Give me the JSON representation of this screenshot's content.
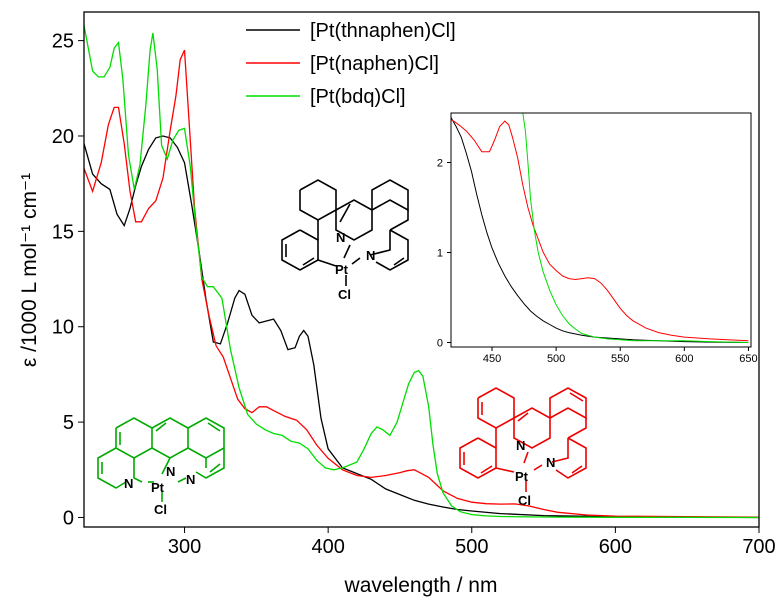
{
  "chart_data": [
    {
      "type": "line",
      "xlabel": "wavelength / nm",
      "ylabel": "ε /1000 L mol⁻¹ cm⁻¹",
      "xlim": [
        230,
        700
      ],
      "ylim": [
        -0.5,
        26.5
      ],
      "xticks": [
        300,
        400,
        500,
        600,
        700
      ],
      "yticks": [
        0,
        5,
        10,
        15,
        20,
        25
      ],
      "legend_position": "top-center",
      "series": [
        {
          "name": "[Pt(thnaphen)Cl]",
          "color": "#000000",
          "x": [
            230,
            236,
            242,
            248,
            253,
            258,
            262,
            266,
            270,
            275,
            280,
            285,
            290,
            295,
            300,
            305,
            310,
            315,
            320,
            325,
            330,
            335,
            338,
            342,
            347,
            352,
            357,
            362,
            367,
            372,
            377,
            380,
            383,
            386,
            390,
            395,
            400,
            410,
            420,
            430,
            440,
            450,
            460,
            470,
            480,
            490,
            500,
            520,
            550,
            600,
            650,
            700
          ],
          "values": [
            19.6,
            18.0,
            17.5,
            17.2,
            15.9,
            15.3,
            16.2,
            17.4,
            18.4,
            19.3,
            19.9,
            20.0,
            19.9,
            19.4,
            18.6,
            16.4,
            14.0,
            11.4,
            9.2,
            9.1,
            10.2,
            11.5,
            11.9,
            11.7,
            10.6,
            10.2,
            10.3,
            10.4,
            9.8,
            8.8,
            8.9,
            9.5,
            9.8,
            9.5,
            8.0,
            5.2,
            3.6,
            2.6,
            2.3,
            2.0,
            1.5,
            1.2,
            0.9,
            0.7,
            0.55,
            0.42,
            0.34,
            0.2,
            0.1,
            0.04,
            0.02,
            0.0
          ]
        },
        {
          "name": "[Pt(naphen)Cl]",
          "color": "#ff0000",
          "x": [
            230,
            236,
            242,
            247,
            251,
            254,
            258,
            262,
            266,
            270,
            275,
            280,
            285,
            290,
            294,
            297,
            300,
            303,
            307,
            312,
            317,
            322,
            327,
            332,
            337,
            342,
            347,
            352,
            357,
            362,
            370,
            378,
            385,
            392,
            400,
            410,
            420,
            430,
            440,
            450,
            455,
            460,
            465,
            470,
            475,
            480,
            490,
            500,
            510,
            520,
            530,
            540,
            550,
            560,
            580,
            600,
            650,
            700
          ],
          "values": [
            18.3,
            17.1,
            18.6,
            20.6,
            21.5,
            21.5,
            19.6,
            17.1,
            15.5,
            15.5,
            16.2,
            16.6,
            17.8,
            20.3,
            22.1,
            24.0,
            24.5,
            21.0,
            16.2,
            12.5,
            10.6,
            9.0,
            8.4,
            7.3,
            6.2,
            5.7,
            5.5,
            5.8,
            5.8,
            5.6,
            5.3,
            5.1,
            4.6,
            3.8,
            3.1,
            2.5,
            2.2,
            2.1,
            2.2,
            2.35,
            2.45,
            2.5,
            2.3,
            2.1,
            1.75,
            1.4,
            1.0,
            0.8,
            0.72,
            0.7,
            0.71,
            0.6,
            0.42,
            0.27,
            0.13,
            0.07,
            0.04,
            0.02
          ]
        },
        {
          "name": "[Pt(bdq)Cl]",
          "color": "#00dd00",
          "x": [
            230,
            233,
            236,
            240,
            244,
            248,
            251,
            254,
            257,
            261,
            265,
            269,
            273,
            276,
            278,
            281,
            284,
            288,
            292,
            296,
            300,
            304,
            308,
            312,
            316,
            320,
            326,
            332,
            338,
            344,
            350,
            356,
            362,
            368,
            374,
            380,
            386,
            392,
            398,
            404,
            410,
            420,
            425,
            430,
            434,
            438,
            443,
            448,
            452,
            456,
            460,
            463,
            466,
            470,
            473,
            476,
            480,
            486,
            492,
            500,
            510,
            520,
            540,
            560,
            600,
            650,
            700
          ],
          "values": [
            25.8,
            24.6,
            23.4,
            23.1,
            23.1,
            23.6,
            24.6,
            24.9,
            23.0,
            19.0,
            17.2,
            18.5,
            21.6,
            24.5,
            25.4,
            23.5,
            19.5,
            18.8,
            19.8,
            20.3,
            20.4,
            18.4,
            15.2,
            12.6,
            12.1,
            12.1,
            11.5,
            8.8,
            6.8,
            5.4,
            4.9,
            4.6,
            4.4,
            4.3,
            4.0,
            3.9,
            3.6,
            3.0,
            2.6,
            2.5,
            2.6,
            2.9,
            3.6,
            4.4,
            4.75,
            4.6,
            4.3,
            5.0,
            6.0,
            7.0,
            7.6,
            7.7,
            7.4,
            5.8,
            3.8,
            2.3,
            1.3,
            0.6,
            0.3,
            0.15,
            0.08,
            0.05,
            0.03,
            0.02,
            0.01,
            0.01,
            0.0
          ]
        }
      ]
    },
    {
      "type": "line",
      "xlim": [
        418,
        652
      ],
      "ylim": [
        -0.05,
        2.55
      ],
      "xticks": [
        450,
        500,
        550,
        600,
        650
      ],
      "yticks": [
        0,
        1,
        2
      ],
      "series": [
        {
          "color": "#000000",
          "x": [
            418,
            422,
            426,
            430,
            434,
            438,
            442,
            446,
            450,
            455,
            460,
            465,
            470,
            475,
            480,
            485,
            490,
            495,
            500,
            505,
            510,
            520,
            530,
            540,
            550,
            560,
            580,
            600,
            620,
            650
          ],
          "values": [
            2.5,
            2.4,
            2.28,
            2.1,
            1.9,
            1.65,
            1.42,
            1.22,
            1.05,
            0.88,
            0.74,
            0.62,
            0.52,
            0.43,
            0.35,
            0.29,
            0.24,
            0.2,
            0.16,
            0.13,
            0.11,
            0.08,
            0.06,
            0.05,
            0.04,
            0.03,
            0.02,
            0.01,
            0.005,
            0.0
          ]
        },
        {
          "color": "#ff0000",
          "x": [
            418,
            424,
            430,
            436,
            442,
            448,
            452,
            456,
            460,
            463,
            466,
            470,
            474,
            478,
            482,
            486,
            490,
            495,
            500,
            505,
            510,
            515,
            520,
            525,
            530,
            535,
            540,
            545,
            550,
            555,
            560,
            570,
            580,
            590,
            600,
            620,
            650
          ],
          "values": [
            2.48,
            2.42,
            2.35,
            2.25,
            2.12,
            2.12,
            2.25,
            2.4,
            2.46,
            2.42,
            2.28,
            2.05,
            1.75,
            1.5,
            1.3,
            1.15,
            1.0,
            0.87,
            0.8,
            0.74,
            0.71,
            0.7,
            0.71,
            0.72,
            0.71,
            0.66,
            0.58,
            0.48,
            0.38,
            0.3,
            0.24,
            0.16,
            0.11,
            0.08,
            0.06,
            0.04,
            0.02
          ]
        },
        {
          "color": "#00dd00",
          "x": [
            474,
            476,
            478,
            480,
            483,
            486,
            490,
            495,
            500,
            505,
            510,
            515,
            520,
            530,
            540,
            550,
            560,
            580,
            600,
            620,
            650
          ],
          "values": [
            2.55,
            2.35,
            2.0,
            1.6,
            1.25,
            1.0,
            0.78,
            0.58,
            0.42,
            0.3,
            0.21,
            0.15,
            0.1,
            0.06,
            0.04,
            0.03,
            0.02,
            0.02,
            0.02,
            0.01,
            0.0
          ]
        }
      ]
    }
  ],
  "molecules": {
    "thnaphen": {
      "atoms": [
        "N",
        "N",
        "Pt",
        "Cl"
      ],
      "color": "#000000"
    },
    "naphen": {
      "atoms": [
        "N",
        "N",
        "Pt",
        "Cl"
      ],
      "color": "#ee0000"
    },
    "bdq": {
      "atoms": [
        "N",
        "N",
        "N",
        "Pt",
        "Cl"
      ],
      "color": "#00aa00"
    }
  }
}
